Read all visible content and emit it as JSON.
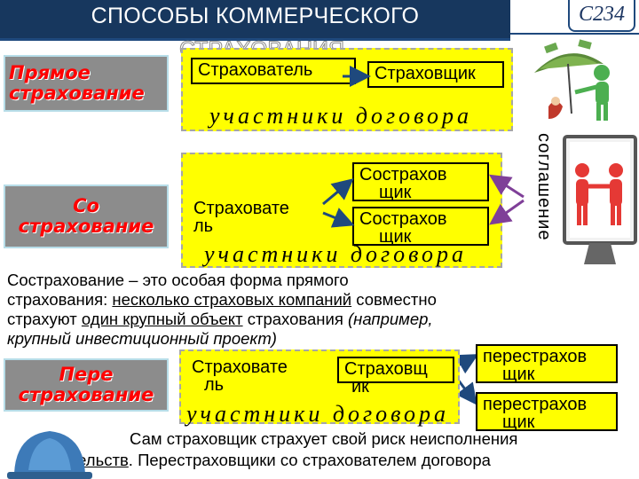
{
  "title": {
    "line1": "СПОСОБЫ КОММЕРЧЕСКОГО",
    "line2": "СТРАХОВАНИЯ",
    "page_code": "С234"
  },
  "direct": {
    "label_line1": "Прямое",
    "label_line2": "страхование",
    "insurant": "Страхователь",
    "insurer": "Страховщик",
    "participants": "участники договора"
  },
  "co": {
    "label_line1": "Со",
    "label_line2": "страхование",
    "insurant_line1": "Страховате",
    "insurant_line2": "ль",
    "coinsurer1_line1": "Сострахов",
    "coinsurer1_line2": "щик",
    "coinsurer2_line1": "Сострахов",
    "coinsurer2_line2": "щик",
    "participants": "участники договора",
    "agreement": "соглашение"
  },
  "definition": {
    "line1": "Сострахование – это особая форма прямого",
    "line2_a": "страхования: ",
    "line2_b": "несколько страховых компаний",
    "line2_c": " совместно",
    "line3_a": "страхуют ",
    "line3_b": "один крупный объект",
    "line3_c": " страхования ",
    "line3_d": "(например,",
    "line4": "крупный инвестиционный проект)"
  },
  "re": {
    "label_line1": "Пере",
    "label_line2": "страхование",
    "insurant_line1": "Страховате",
    "insurant_line2": "ль",
    "insurer_line1": "Страховщ",
    "insurer_line2": "ик",
    "participants": "участники договора",
    "reinsurer1_line1": "перестрахов",
    "reinsurer1_line2": "щик",
    "reinsurer2_line1": "перестрахов",
    "reinsurer2_line2": "щик"
  },
  "footer": {
    "line1": "Сам страховщик страхует свой риск неисполнения",
    "line2_a": "обязательств",
    "line2_b": ". Перестраховщики со страхователем договора"
  },
  "colors": {
    "title_bar": "#17375e",
    "category_box": "#8c8c8c",
    "category_text": "#ff0000",
    "panel": "#ffff00",
    "arrow": "#1f497d",
    "agreement_arrow": "#7f3f98"
  },
  "icons": [
    "money-umbrella-figure-icon",
    "handshake-monitor-icon",
    "hard-hat-icon"
  ]
}
